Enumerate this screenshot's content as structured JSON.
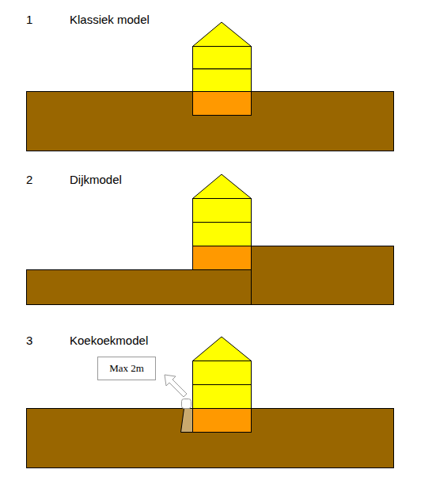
{
  "diagram": {
    "nodes": [
      {
        "text": [
          "Max 2m"
        ]
      }
    ],
    "labels": [
      "1",
      "Klassiek model",
      "2",
      "Dijkmodel",
      "3",
      "Koekoekmodel"
    ]
  }
}
